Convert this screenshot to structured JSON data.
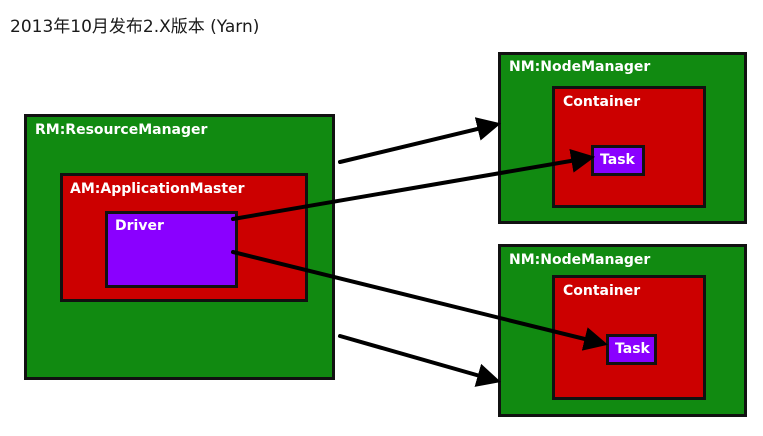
{
  "title": "2013年10月发布2.X版本 (Yarn)",
  "colors": {
    "green": "#118a11",
    "red": "#cc0000",
    "purple": "#8a00ff",
    "border": "#111111"
  },
  "resource_manager": {
    "label": "RM:ResourceManager",
    "application_master": {
      "label": "AM:ApplicationMaster",
      "driver": {
        "label": "Driver"
      }
    }
  },
  "node_managers": [
    {
      "label": "NM:NodeManager",
      "container": {
        "label": "Container",
        "task": {
          "label": "Task"
        }
      }
    },
    {
      "label": "NM:NodeManager",
      "container": {
        "label": "Container",
        "task": {
          "label": "Task"
        }
      }
    }
  ]
}
